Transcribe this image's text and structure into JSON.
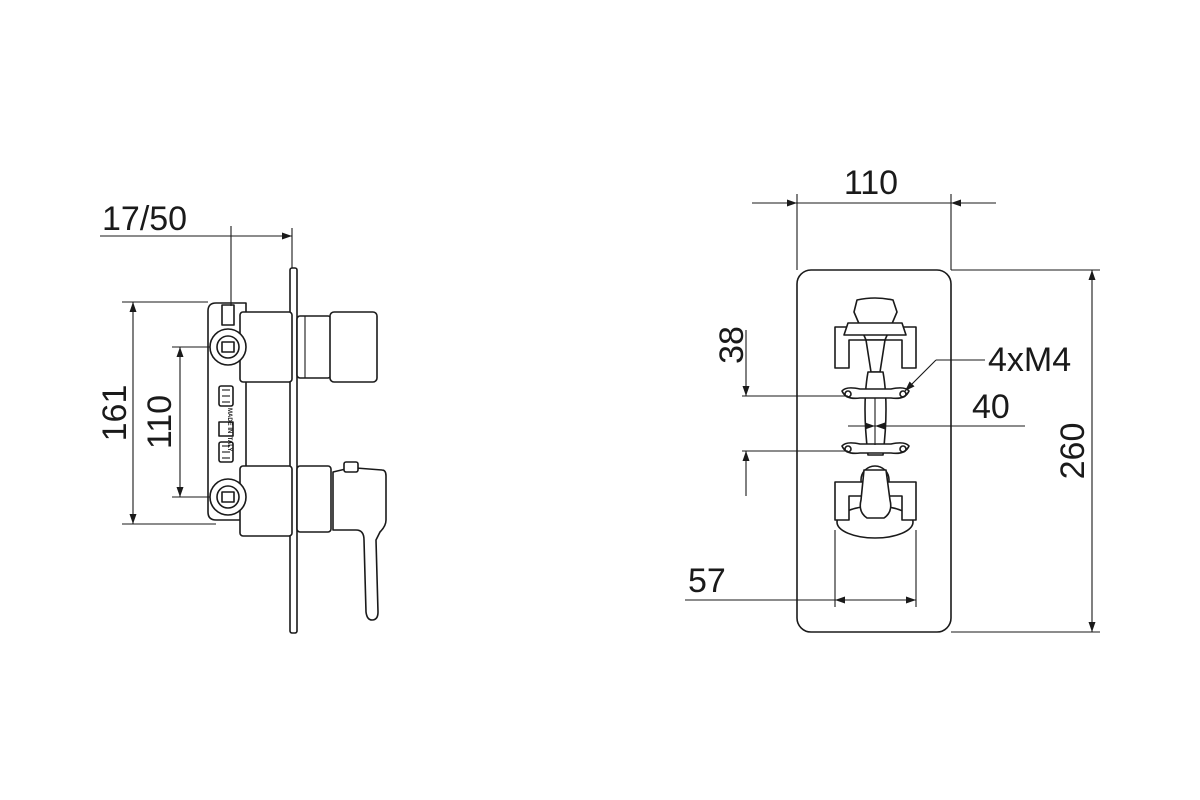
{
  "side_view": {
    "dimensions": {
      "depth": "17/50",
      "total_height": "161",
      "inlet_spacing": "110"
    },
    "body_marking": "MADE IN ITALY"
  },
  "front_view": {
    "dimensions": {
      "plate_width": "110",
      "plate_height": "260",
      "screw_spec": "4xM4",
      "spacing_top": "38",
      "screw_spacing": "40",
      "handle_width": "57"
    }
  }
}
